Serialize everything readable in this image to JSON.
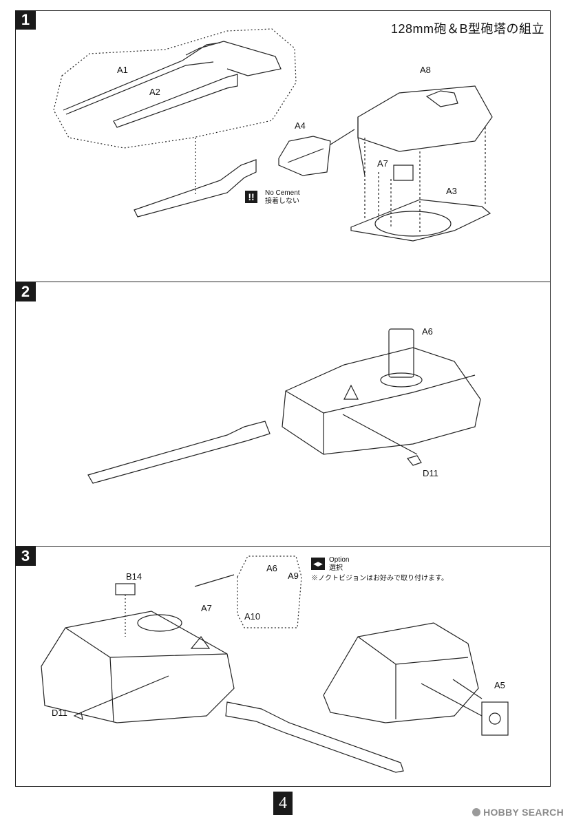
{
  "page": {
    "title": "128mm砲＆B型砲塔の組立",
    "page_number": "4",
    "watermark": "HOBBY SEARCH"
  },
  "steps": [
    {
      "number": "1",
      "labels": [
        "A1",
        "A2",
        "A4",
        "A7",
        "A8",
        "A3"
      ],
      "note": {
        "line1": "No Cement",
        "line2": "接着しない"
      }
    },
    {
      "number": "2",
      "labels": [
        "A6",
        "D11"
      ]
    },
    {
      "number": "3",
      "labels": [
        "B14",
        "A7",
        "A6",
        "A9",
        "A10",
        "D11",
        "A5"
      ],
      "option": {
        "line1": "Option",
        "line2": "選択",
        "line3": "※ノクトビジョンはお好みで取り付けます。"
      }
    }
  ]
}
